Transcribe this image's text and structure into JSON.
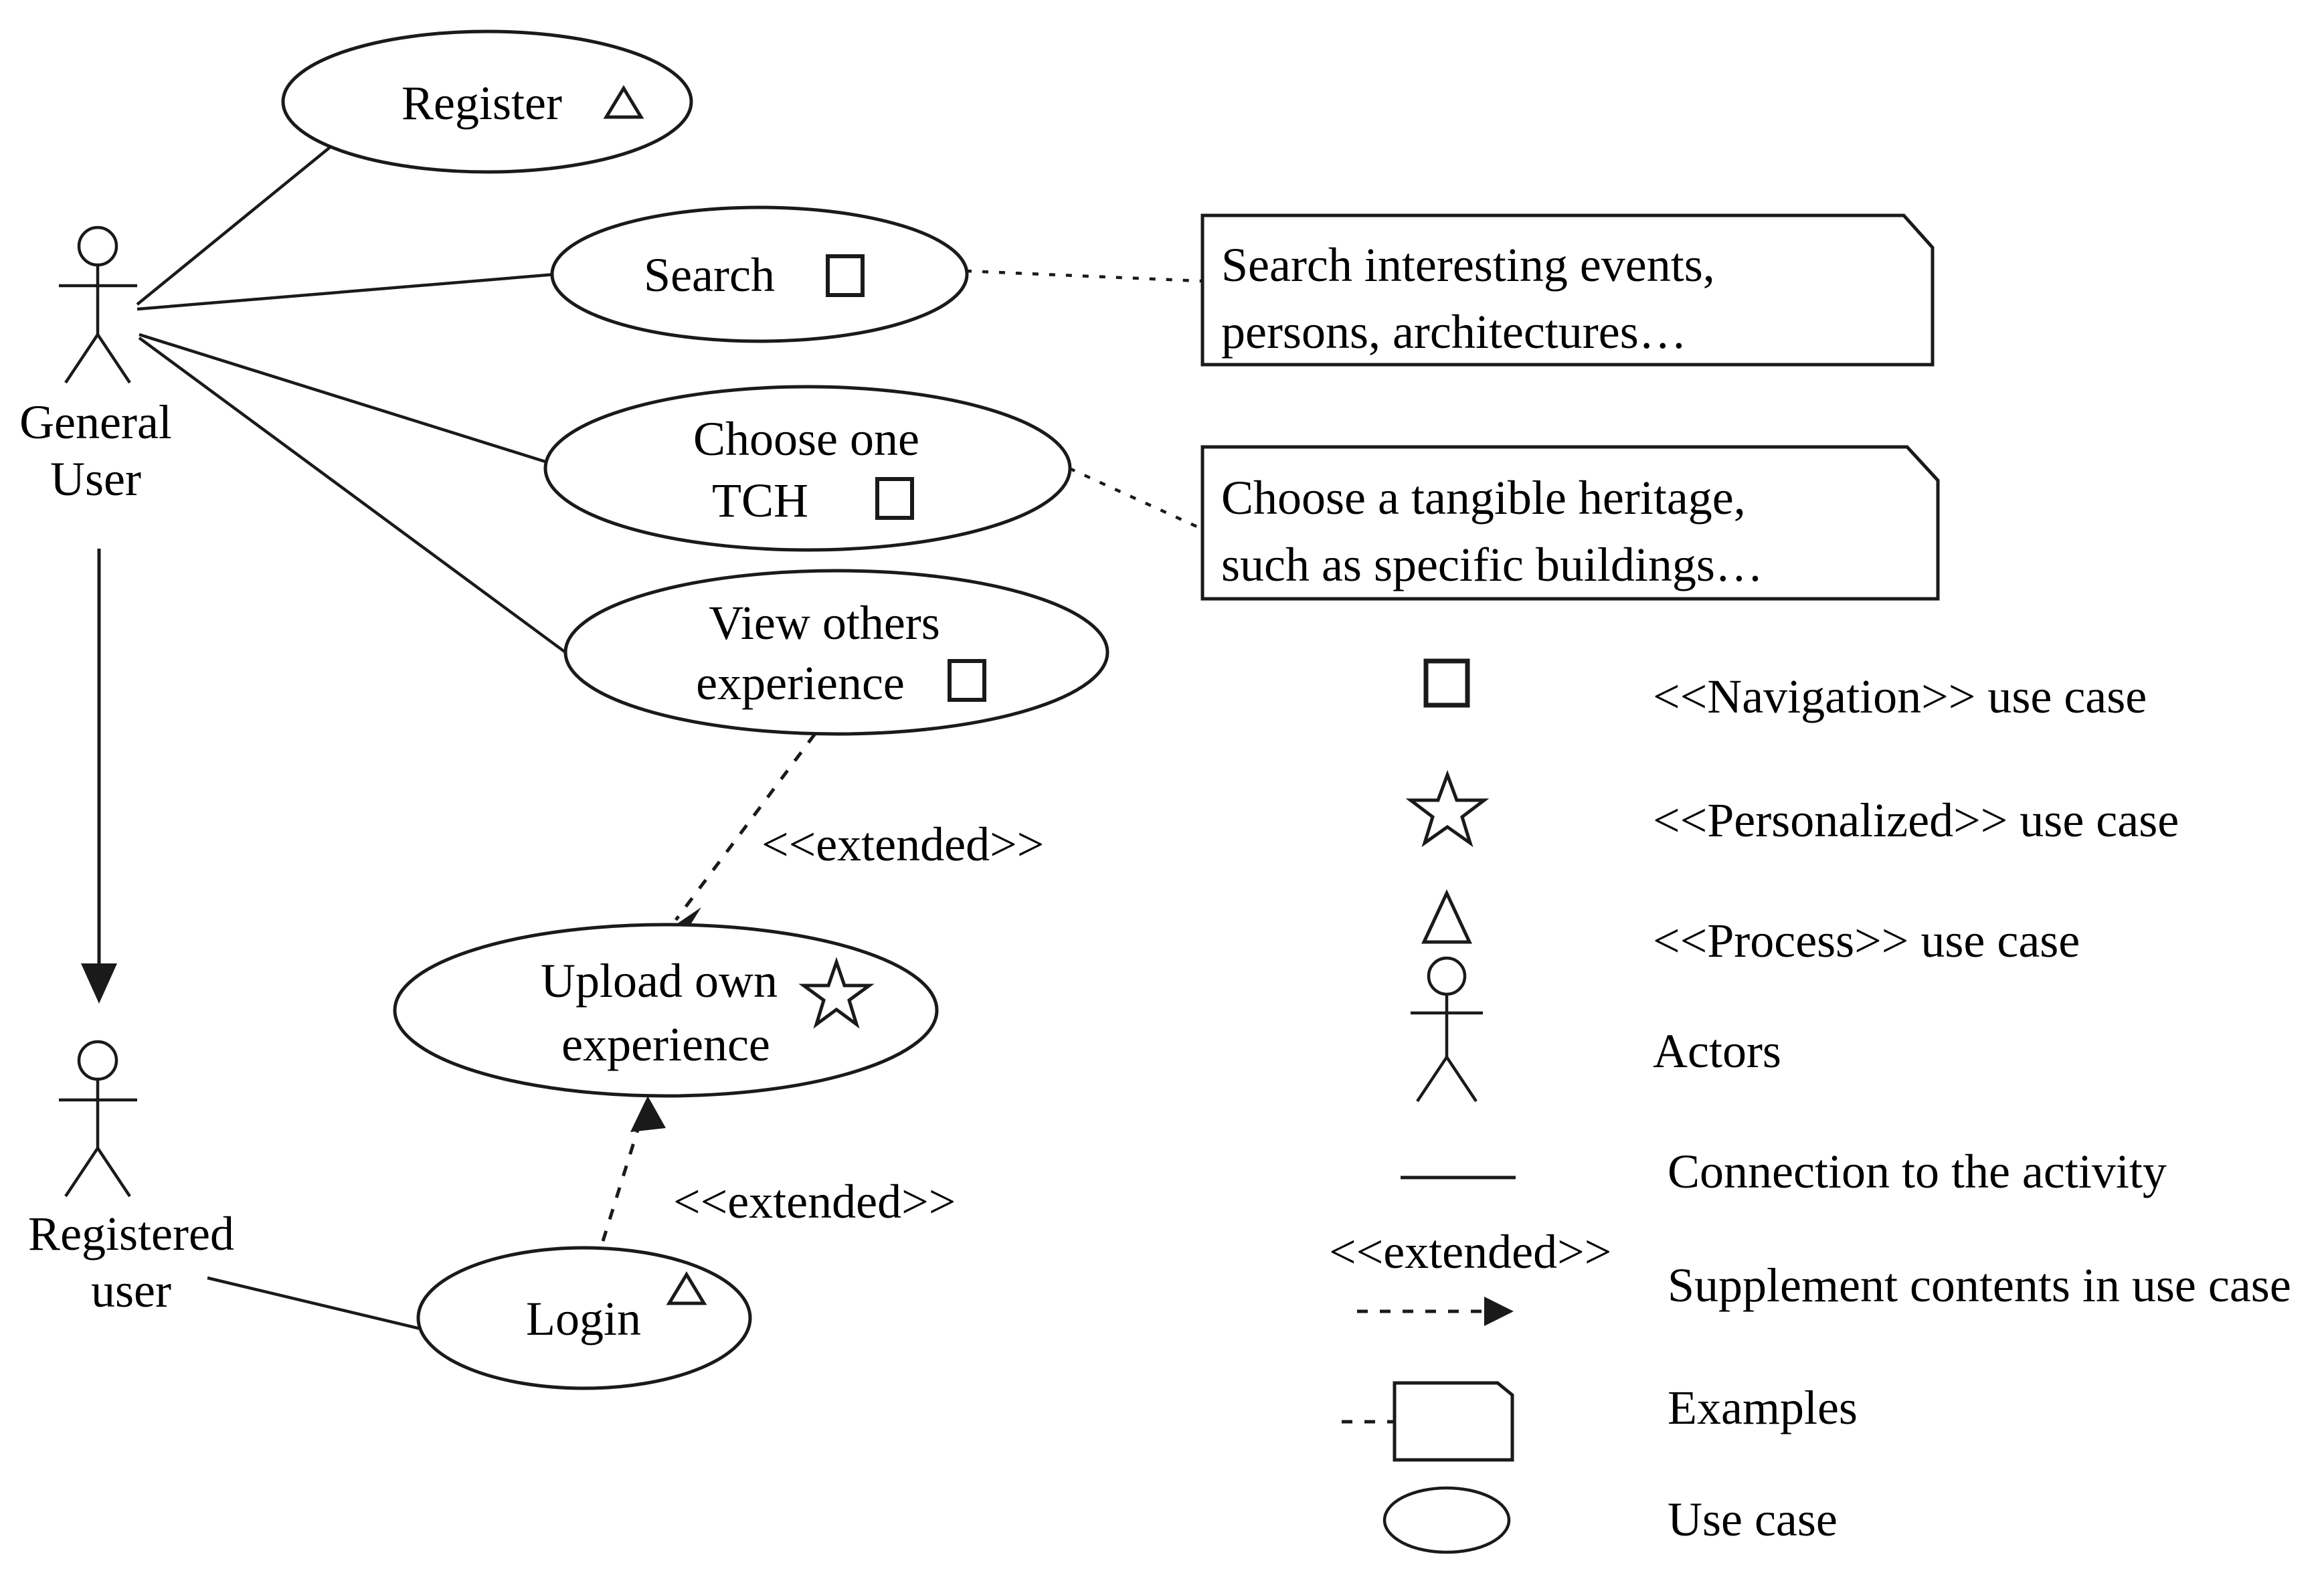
{
  "diagram": {
    "type": "uml-use-case-diagram",
    "actors": [
      {
        "id": "general-user",
        "label_line1": "General",
        "label_line2": "User"
      },
      {
        "id": "registered-user",
        "label_line1": "Registered",
        "label_line2": "user"
      }
    ],
    "use_cases": [
      {
        "id": "register",
        "label_line1": "Register",
        "label_line2": "",
        "stereotype_icon": "process-triangle-icon"
      },
      {
        "id": "search",
        "label_line1": "Search",
        "label_line2": "",
        "stereotype_icon": "navigation-square-icon"
      },
      {
        "id": "choose-one-tch",
        "label_line1": "Choose one",
        "label_line2": "TCH",
        "stereotype_icon": "navigation-square-icon"
      },
      {
        "id": "view-others-experience",
        "label_line1": "View others",
        "label_line2": "experience",
        "stereotype_icon": "navigation-square-icon"
      },
      {
        "id": "upload-own-experience",
        "label_line1": "Upload own",
        "label_line2": "experience",
        "stereotype_icon": "personalized-star-icon"
      },
      {
        "id": "login",
        "label_line1": "Login",
        "label_line2": "",
        "stereotype_icon": "process-triangle-icon"
      }
    ],
    "notes": [
      {
        "id": "note-search",
        "line1": "Search interesting events,",
        "line2": "persons, architectures…"
      },
      {
        "id": "note-tch",
        "line1": "Choose a tangible heritage,",
        "line2": "such as specific buildings…"
      }
    ],
    "relation_labels": [
      {
        "id": "extend-view-to-upload",
        "text": "<<extended>>"
      },
      {
        "id": "extend-login-to-upload",
        "text": "<<extended>>"
      }
    ]
  },
  "legend": {
    "items": [
      {
        "id": "legend-navigation",
        "symbol": "navigation-square-icon",
        "label": "<<Navigation>> use case"
      },
      {
        "id": "legend-personalized",
        "symbol": "personalized-star-icon",
        "label": "<<Personalized>> use case"
      },
      {
        "id": "legend-process",
        "symbol": "process-triangle-icon",
        "label": "<<Process>> use case"
      },
      {
        "id": "legend-actors",
        "symbol": "actor-stickman-icon",
        "label": "Actors"
      },
      {
        "id": "legend-connection",
        "symbol": "solid-line-icon",
        "label": "Connection to the activity"
      },
      {
        "id": "legend-extended",
        "symbol": "dashed-arrow-icon",
        "label_above": "<<extended>>",
        "label": "Supplement contents in use case"
      },
      {
        "id": "legend-examples",
        "symbol": "note-box-icon",
        "label": "Examples"
      },
      {
        "id": "legend-usecase",
        "symbol": "ellipse-icon",
        "label": "Use case"
      }
    ]
  },
  "colors": {
    "stroke": "#1a1a1a",
    "background": "#ffffff"
  }
}
